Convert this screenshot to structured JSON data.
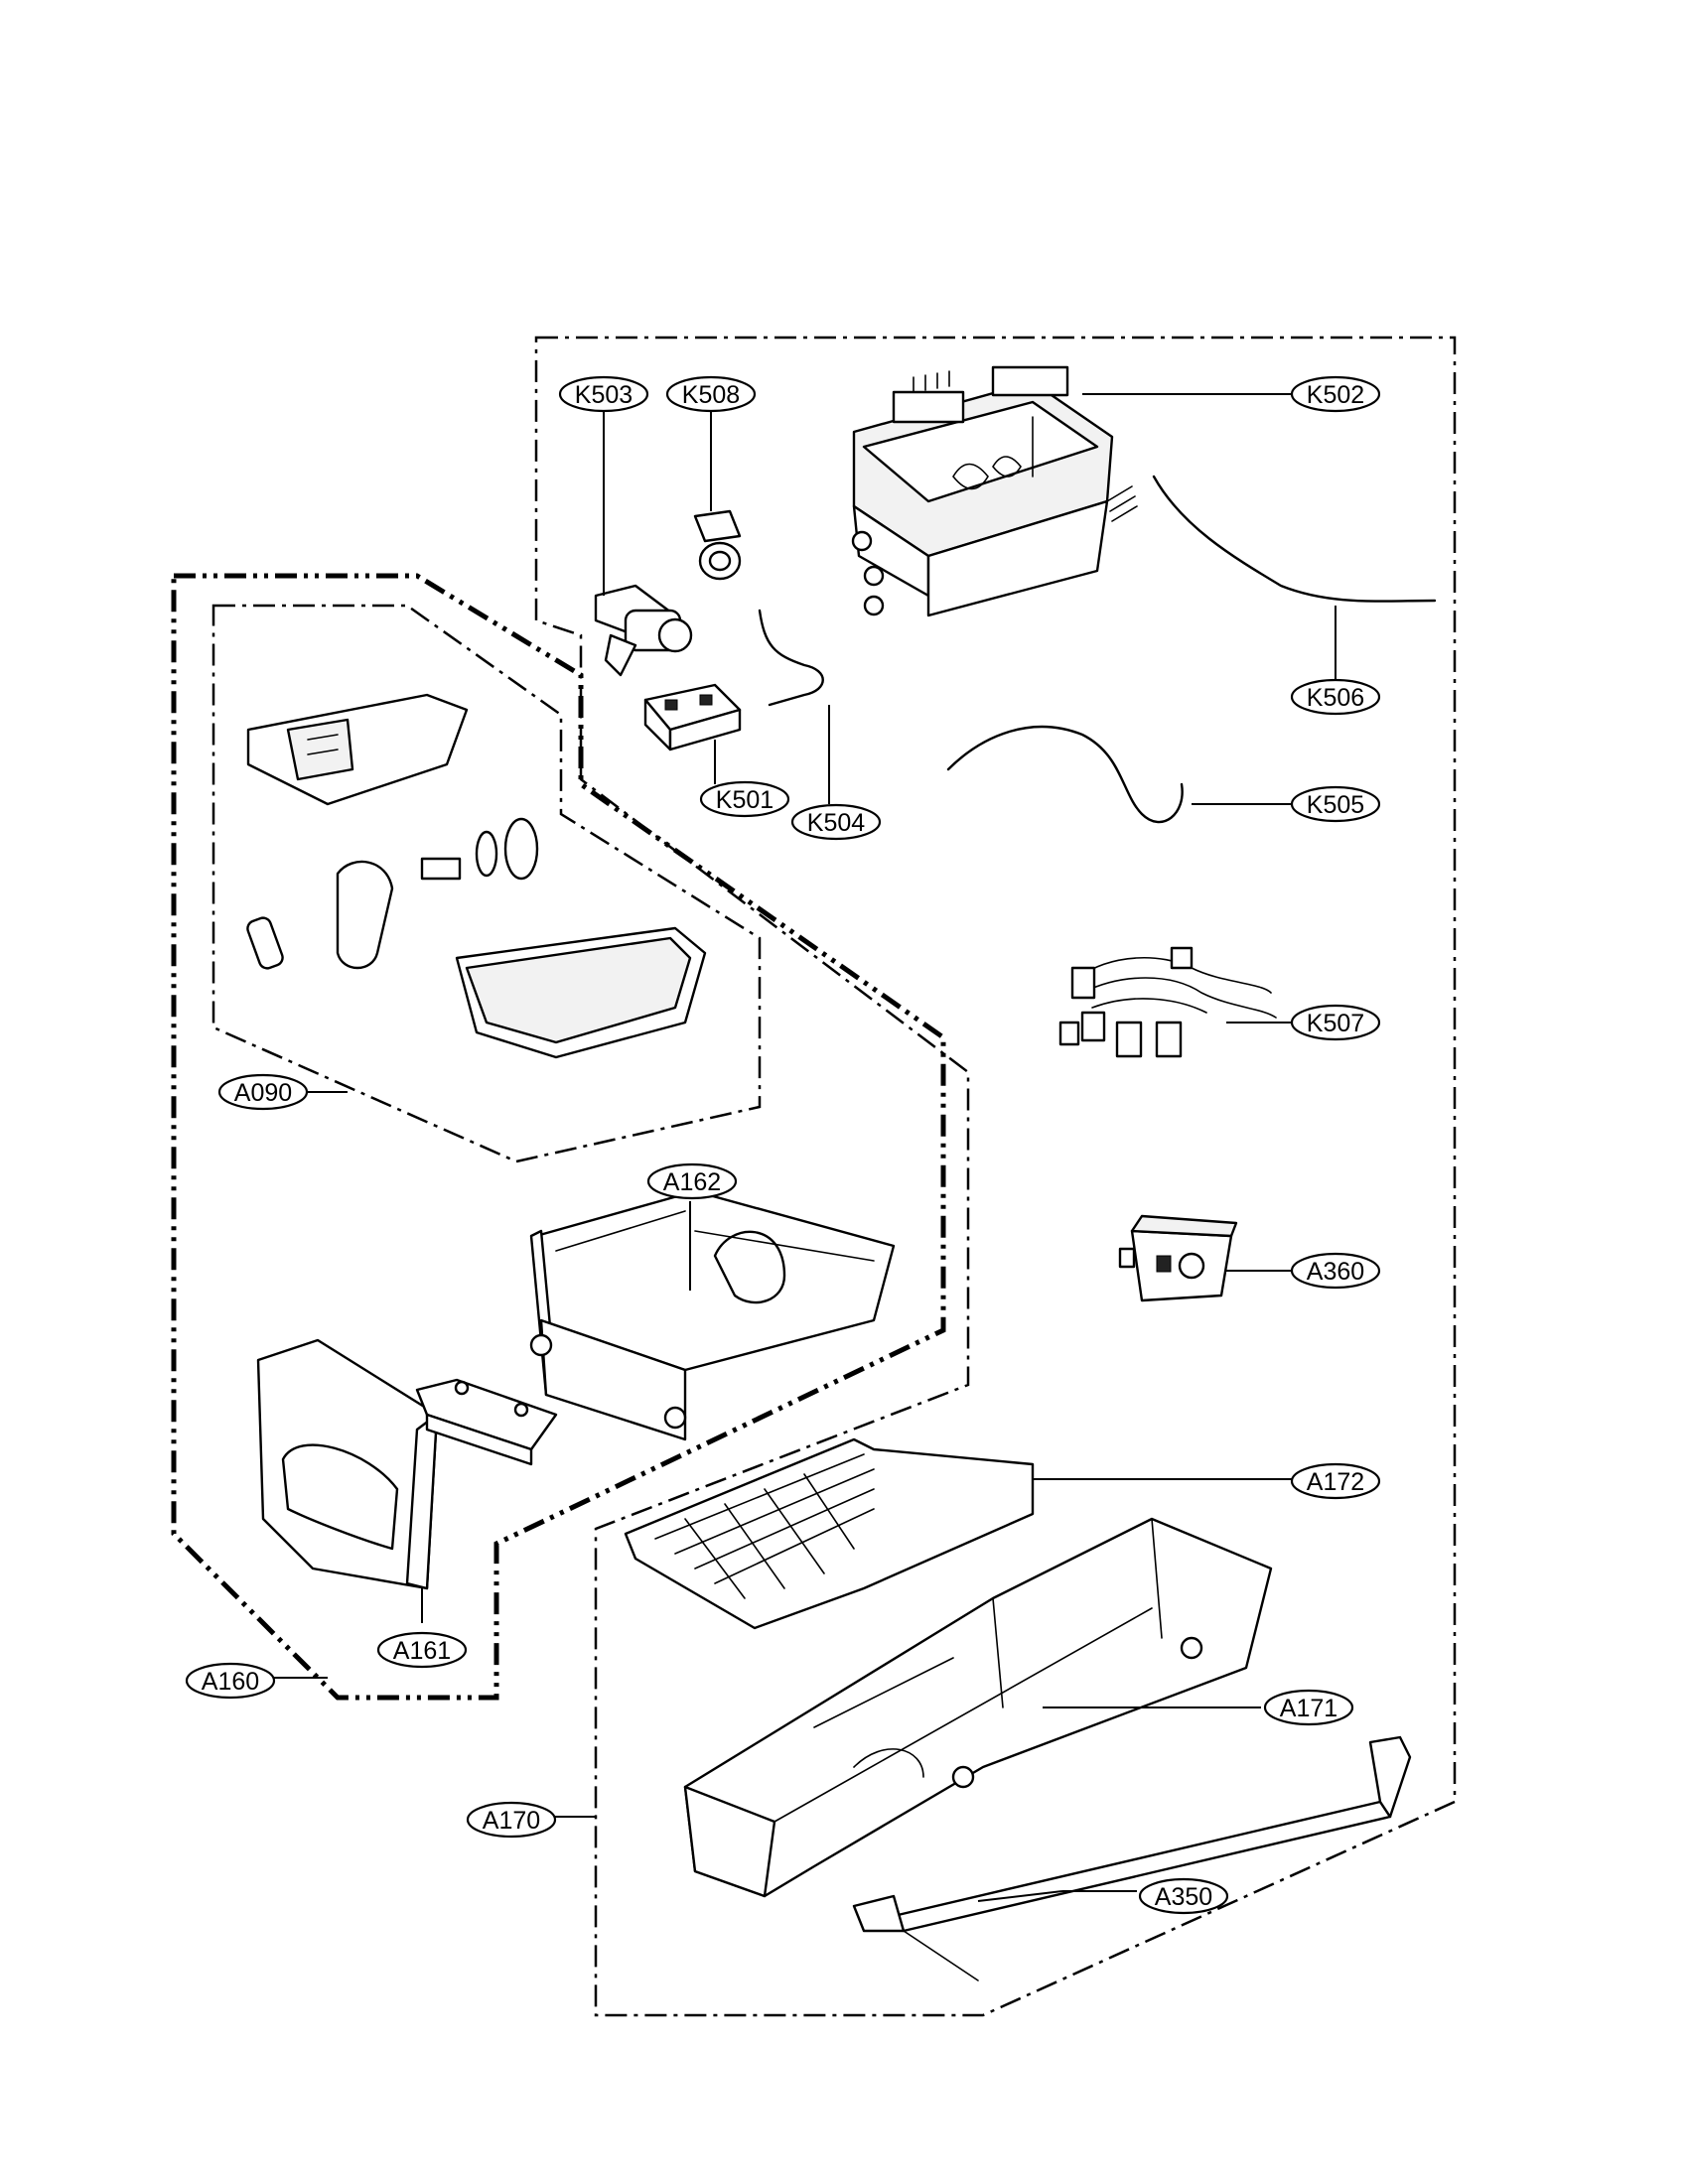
{
  "callouts": {
    "k503": "K503",
    "k508": "K508",
    "k502": "K502",
    "k506": "K506",
    "k501": "K501",
    "k504": "K504",
    "k505": "K505",
    "k507": "K507",
    "a360": "A360",
    "a172": "A172",
    "a171": "A171",
    "a350": "A350",
    "a170": "A170",
    "a160": "A160",
    "a161": "A161",
    "a162": "A162",
    "a090": "A090"
  }
}
